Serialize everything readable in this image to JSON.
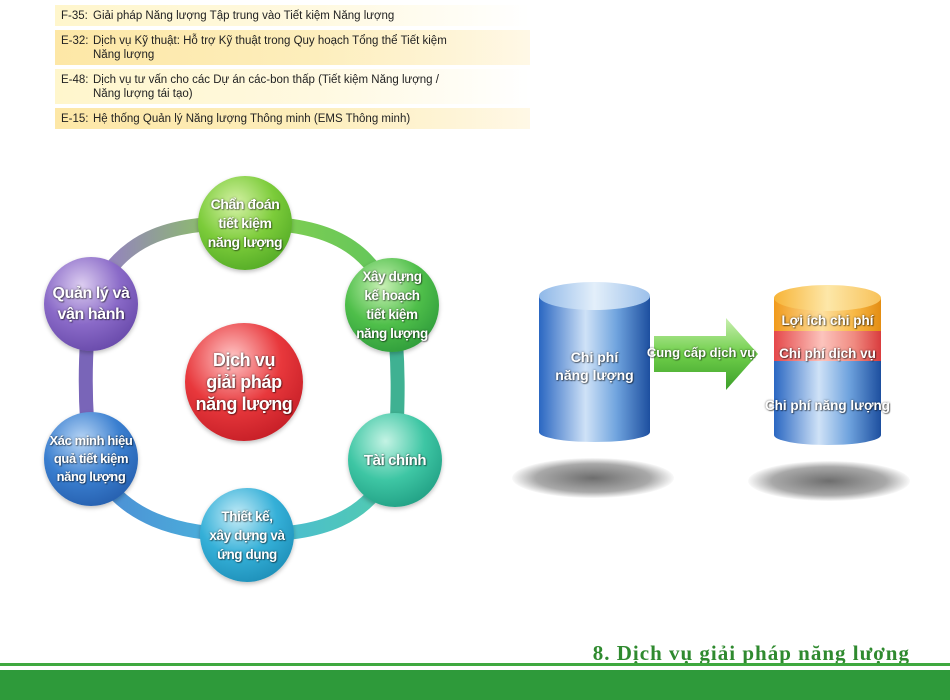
{
  "references": [
    {
      "code": "F-35:",
      "text": "Giải pháp Năng lượng Tập trung vào Tiết kiệm Năng lượng"
    },
    {
      "code": "E-32:",
      "text": "Dịch vụ Kỹ thuật: Hỗ trợ Kỹ thuật trong Quy hoạch Tổng thể Tiết kiệm Năng lượng"
    },
    {
      "code": "E-48:",
      "text": "Dịch vụ tư vấn cho các Dự án các-bon thấp (Tiết kiệm Năng lượng / Năng lượng tái tạo)"
    },
    {
      "code": "E-15:",
      "text": "Hệ thống Quản lý Năng lượng Thông minh (EMS Thông minh)"
    }
  ],
  "cycle": {
    "center": [
      "Dịch vụ",
      "giải pháp",
      "năng lượng"
    ],
    "nodes": {
      "diagnosis": [
        "Chẩn đoán",
        "tiết kiệm",
        "năng lượng"
      ],
      "planning": [
        "Xây dựng",
        "kế hoạch",
        "tiết kiệm",
        "năng lượng"
      ],
      "finance": [
        "Tài chính"
      ],
      "design": [
        "Thiết kế,",
        "xây dựng và",
        "ứng dụng"
      ],
      "verification": [
        "Xác minh hiệu",
        "quả tiết kiệm",
        "năng lượng"
      ],
      "management": [
        "Quản lý và",
        "vận hành"
      ]
    }
  },
  "cost_diagram": {
    "left_cylinder": [
      "Chi phí",
      "năng lượng"
    ],
    "arrow_label": "Cung cấp dịch vụ",
    "right_cylinder": {
      "benefit": "Lợi ích chi phí",
      "service_cost": "Chi phí dịch vụ",
      "energy_cost": "Chi phí năng lượng"
    }
  },
  "footer": {
    "title": "8. Dịch vụ giải pháp năng lượng"
  },
  "colors": {
    "accent_green": "#2e9a3a",
    "reference_bg": "#fde7a6"
  }
}
